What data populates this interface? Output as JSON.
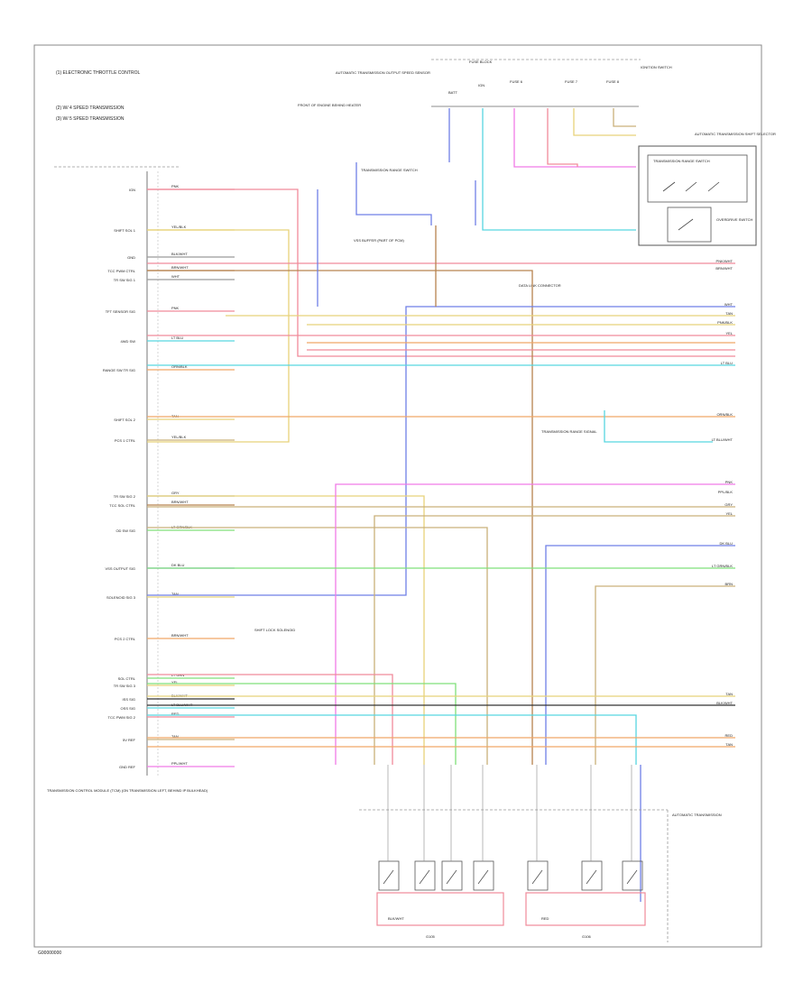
{
  "page_label": "G00000000",
  "notes": [
    "(1) ELECTRONIC THROTTLE CONTROL",
    "(2) W/ 4 SPEED TRANSMISSION",
    "(3) W/ 5 SPEED TRANSMISSION"
  ],
  "top_components": [
    "FRONT OF ENGINE BEHIND HEATER",
    "AUTOMATIC TRANSMISSION OUTPUT SPEED SENSOR",
    "TRANSMISSION RANGE SWITCH",
    "FUSE BLOCK",
    "IGNITION SWITCH"
  ],
  "fuse_labels": [
    "BATT",
    "IGN",
    "FUSE 6",
    "FUSE 7",
    "FUSE 8"
  ],
  "right_components": [
    "AUTOMATIC TRANSMISSION SHIFT SELECTOR",
    "TRANSMISSION RANGE SWITCH",
    "OVERDRIVE SWITCH"
  ],
  "tcm_label": "TRANSMISSION CONTROL MODULE (TCM) (ON TRANSMISSION LEFT, BEHIND IP BULKHEAD)",
  "tcm_pins": [
    {
      "label": "IGN",
      "wire": "PNK"
    },
    {
      "label": "SHIFT SOL 1",
      "wire": "YEL/BLK"
    },
    {
      "label": "GND",
      "wire": "BLK/WHT"
    },
    {
      "label": "TCC PWM CTRL",
      "wire": "BRN/WHT"
    },
    {
      "label": "TR SW SIG 1",
      "wire": "WHT"
    },
    {
      "label": "TFT SENSOR SIG",
      "wire": "PNK"
    },
    {
      "label": "4WD SW",
      "wire": "LT BLU"
    },
    {
      "label": "RANGE SW TR SIG",
      "wire": "ORN/BLK"
    },
    {
      "label": "SHIFT SOL 2",
      "wire": "TAN"
    },
    {
      "label": "PCS 1 CTRL",
      "wire": "YEL/BLK"
    },
    {
      "label": "TR SW SIG 2",
      "wire": "GRY"
    },
    {
      "label": "TCC SOL CTRL",
      "wire": "BRN/WHT"
    },
    {
      "label": "OD SW SIG",
      "wire": "LT GRN/BLK"
    },
    {
      "label": "VSS OUTPUT SIG",
      "wire": "DK BLU"
    },
    {
      "label": "SOLENOID SIG 3",
      "wire": "TAN"
    },
    {
      "label": "PCS 2 CTRL",
      "wire": "BRN/WHT"
    },
    {
      "label": "SOL CTRL",
      "wire": "LT GRN"
    },
    {
      "label": "TR SW SIG 3",
      "wire": "YEL"
    },
    {
      "label": "ISS SIG",
      "wire": "BLK/WHT"
    },
    {
      "label": "OSS SIG",
      "wire": "LT BLU/WHT"
    },
    {
      "label": "TCC PWM SIG 2",
      "wire": "RED"
    },
    {
      "label": "5V REF",
      "wire": "TAN"
    },
    {
      "label": "GND REF",
      "wire": "PPL/WHT"
    }
  ],
  "right_wire_labels": [
    "PNK/WHT",
    "BRN/WHT",
    "WHT",
    "TAN",
    "PNK/BLK",
    "YEL",
    "LT BLU",
    "ORN/BLK",
    "LT BLU/WHT",
    "PNK",
    "PPL/BLK",
    "GRY",
    "YEL",
    "DK BLU",
    "LT GRN/BLK",
    "BRN",
    "TAN",
    "BLK/WHT",
    "RED",
    "TAN"
  ],
  "bottom_component": "AUTOMATIC TRANSMISSION",
  "bottom_labels": [
    "G105",
    "G106",
    "BLK/WHT",
    "RED"
  ],
  "misc_labels": [
    "VSS BUFFER (PART OF PCM)",
    "DATA LINK CONNECTOR",
    "TRANSMISSION RANGE SIGNAL",
    "SHIFT LOCK SOLENOID"
  ],
  "colors": {
    "pink": "#f08a9a",
    "yellow": "#e8d27a",
    "orange": "#f0a868",
    "tan": "#c9b07a",
    "cyan": "#57d6e0",
    "blue": "#6f7fe6",
    "green": "#7fe07a",
    "magenta": "#f07be6",
    "brown": "#b7834f",
    "gray": "#9a9a9a",
    "black": "#333333"
  }
}
